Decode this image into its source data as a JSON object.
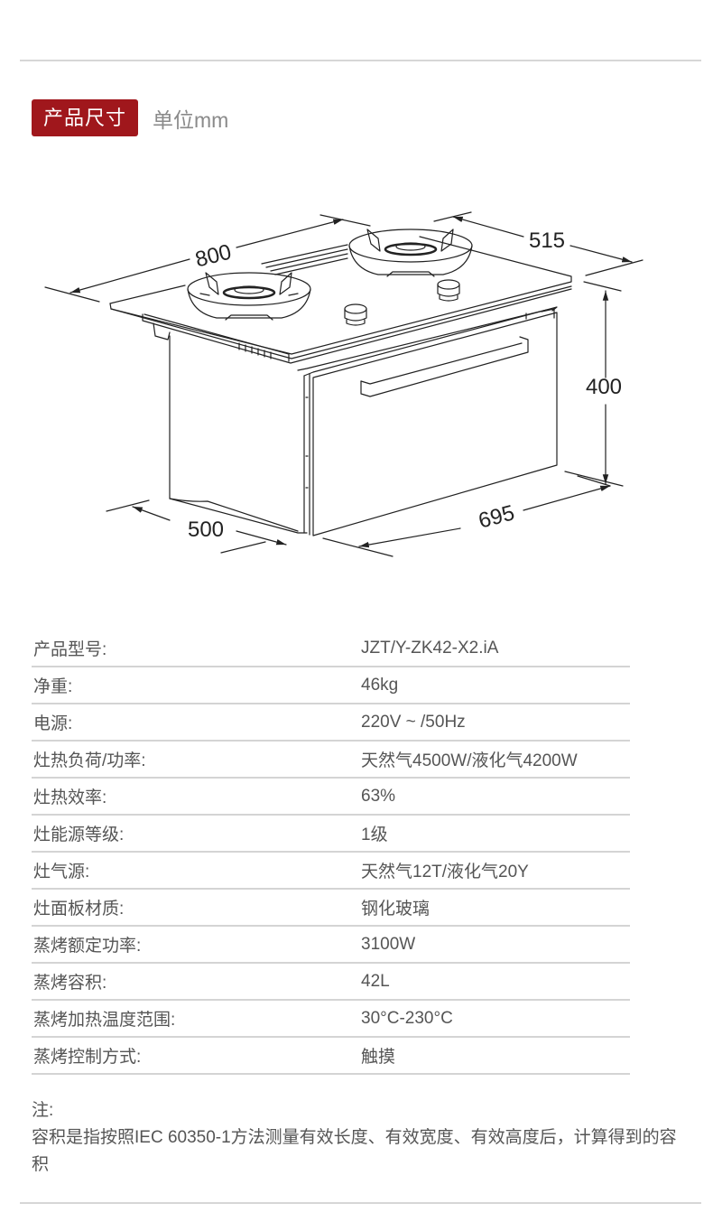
{
  "header": {
    "badge_label": "产品尺寸",
    "unit_label": "单位mm",
    "badge_color": "#a0171c"
  },
  "drawing": {
    "dimensions": {
      "width_top": "800",
      "depth_top": "515",
      "height": "400",
      "depth_bottom": "500",
      "width_bottom": "695"
    }
  },
  "specs": {
    "rows": [
      {
        "label": "产品型号:",
        "value": "JZT/Y-ZK42-X2.iA"
      },
      {
        "label": "净重:",
        "value": "46kg"
      },
      {
        "label": "电源:",
        "value": "220V ~ /50Hz"
      },
      {
        "label": "灶热负荷/功率:",
        "value": "天然气4500W/液化气4200W"
      },
      {
        "label": "灶热效率:",
        "value": "63%"
      },
      {
        "label": "灶能源等级:",
        "value": "1级"
      },
      {
        "label": "灶气源:",
        "value": "天然气12T/液化气20Y"
      },
      {
        "label": "灶面板材质:",
        "value": "钢化玻璃"
      },
      {
        "label": "蒸烤额定功率:",
        "value": "3100W"
      },
      {
        "label": "蒸烤容积:",
        "value": "42L"
      },
      {
        "label": "蒸烤加热温度范围:",
        "value": "30°C-230°C"
      },
      {
        "label": "蒸烤控制方式:",
        "value": "触摸"
      }
    ]
  },
  "note": {
    "heading": "注:",
    "text": "容积是指按照IEC 60350-1方法测量有效长度、有效宽度、有效高度后，计算得到的容积"
  }
}
